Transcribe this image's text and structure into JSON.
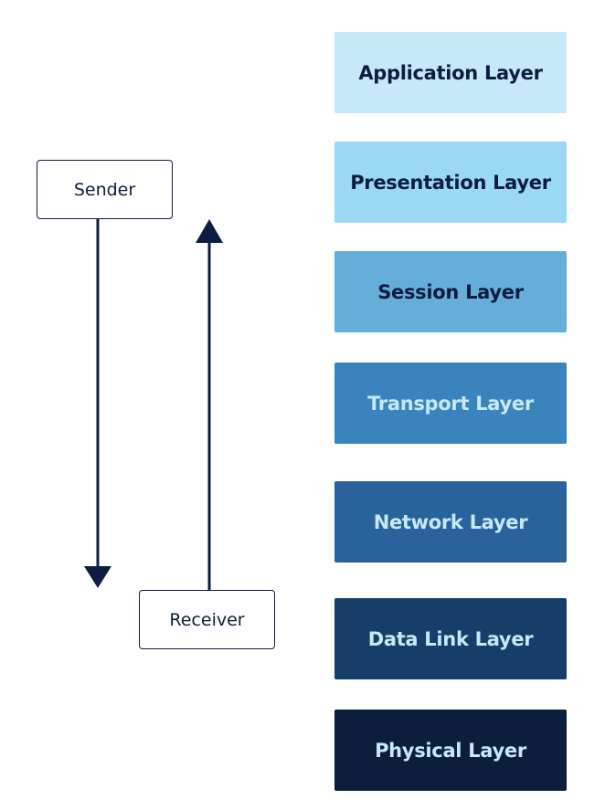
{
  "layers": [
    {
      "label": "Application Layer",
      "bg": "#c7e8f9",
      "fg": "#0e1d3f"
    },
    {
      "label": "Presentation Layer",
      "bg": "#9ad8f6",
      "fg": "#0e1d3f"
    },
    {
      "label": "Session Layer",
      "bg": "#64aed9",
      "fg": "#0e1d3f"
    },
    {
      "label": "Transport Layer",
      "bg": "#3a84bd",
      "fg": "#c7e8f9"
    },
    {
      "label": "Network Layer",
      "bg": "#2a639b",
      "fg": "#c7e8f9"
    },
    {
      "label": "Data Link Layer",
      "bg": "#163e69",
      "fg": "#c7e8f9"
    },
    {
      "label": "Physical Layer",
      "bg": "#0d1d3c",
      "fg": "#c7e8f9"
    }
  ],
  "sender": {
    "label": "Sender"
  },
  "receiver": {
    "label": "Receiver"
  },
  "colors": {
    "arrow": "#0e1d3f"
  }
}
